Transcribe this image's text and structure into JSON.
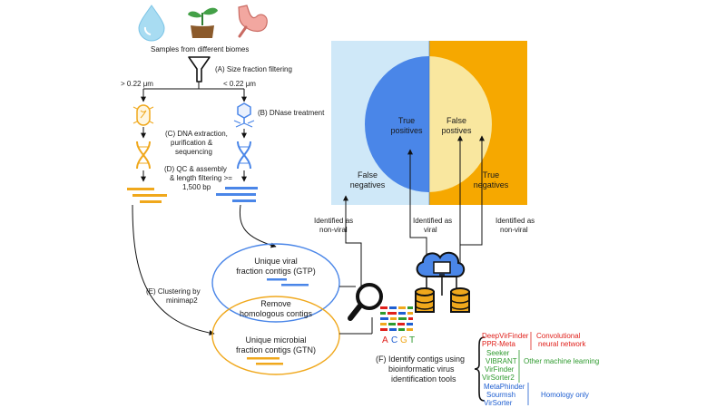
{
  "header": {
    "samples_label": "Samples from different biomes",
    "size_filter_label": "(A) Size fraction filtering"
  },
  "branches": {
    "left_size": "> 0.22 μm",
    "right_size": "< 0.22 μm"
  },
  "steps": {
    "dnase": "(B) DNase treatment",
    "dna_extraction": [
      "(C) DNA extraction,",
      "purification &",
      "sequencing"
    ],
    "qc_assembly": [
      "(D) QC & assembly",
      "& length filtering >=",
      "1,500 bp"
    ],
    "clustering": [
      "(E) Clustering by",
      "minimap2"
    ],
    "identify": [
      "(F) Identify contigs using",
      "bioinformatic virus",
      "identification tools"
    ]
  },
  "venn": {
    "gtp": [
      "Unique viral",
      "fraction contigs (GTP)"
    ],
    "remove": [
      "Remove",
      "homologous contigs"
    ],
    "gtn": [
      "Unique microbial",
      "fraction contigs (GTN)"
    ]
  },
  "confusion": {
    "true_positives": [
      "True",
      "positives"
    ],
    "false_positives": [
      "False",
      "postives"
    ],
    "false_negatives": [
      "False",
      "negatives"
    ],
    "true_negatives": [
      "True",
      "negatives"
    ]
  },
  "identified_labels": {
    "non_viral_left": [
      "Identified as",
      "non-viral"
    ],
    "viral": [
      "Identified as",
      "viral"
    ],
    "non_viral_right": [
      "Identified as",
      "non-viral"
    ]
  },
  "dna_letters": [
    "A",
    "C",
    "G",
    "T"
  ],
  "tool_groups": [
    {
      "tools": [
        "DeepVirFinder",
        "PPR-Meta"
      ],
      "category": [
        "Convolutional",
        "neural network"
      ],
      "color": "#e0201b"
    },
    {
      "tools": [
        "Seeker",
        "VIBRANT",
        "VirFinder",
        "VirSorter2"
      ],
      "category": [
        "Other machine learning"
      ],
      "color": "#2e9a2e"
    },
    {
      "tools": [
        "MetaPhinder",
        "Sourmsh",
        "VirSorter"
      ],
      "category": [
        "Homology only"
      ],
      "color": "#1f5fd1"
    }
  ],
  "colors": {
    "viral_blue": "#4a86e8",
    "microbial_orange": "#f0a81c",
    "panel_light_blue": "#cfe8f8",
    "panel_orange": "#f6a800",
    "inner_yellow": "#f9e79f"
  },
  "icons": [
    "water-drop-icon",
    "plant-sprout-icon",
    "stomach-icon",
    "funnel-icon",
    "bacterium-icon",
    "phage-icon",
    "dna-helix-icon",
    "magnifier-icon",
    "cloud-computer-icon",
    "database-icon"
  ]
}
